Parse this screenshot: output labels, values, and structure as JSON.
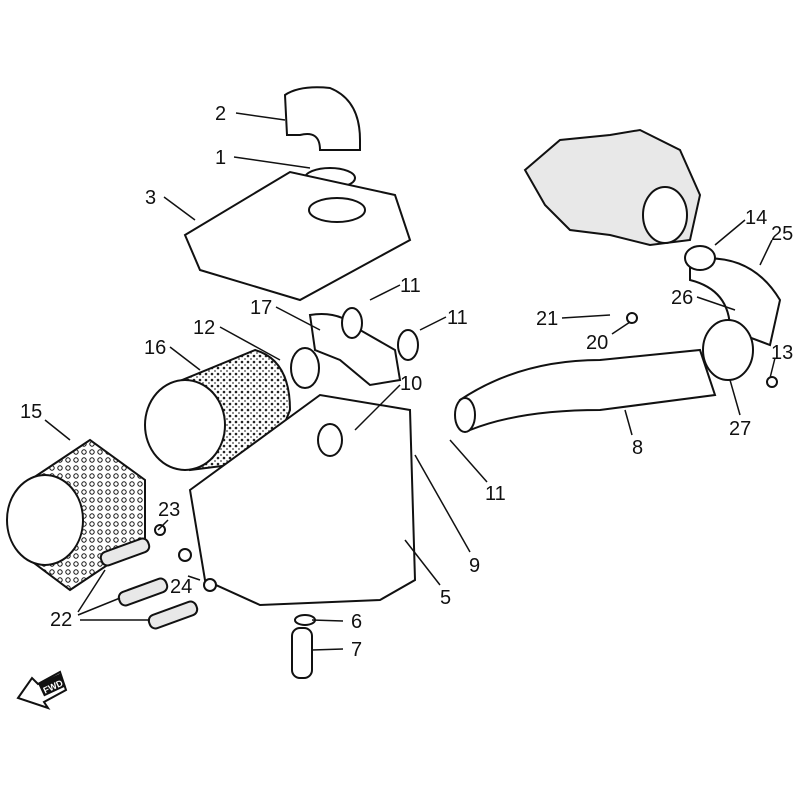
{
  "diagram": {
    "callouts": [
      "2",
      "1",
      "3",
      "11",
      "11",
      "17",
      "12",
      "16",
      "10",
      "21",
      "20",
      "14",
      "25",
      "26",
      "13",
      "27",
      "8",
      "11",
      "9",
      "15",
      "23",
      "22",
      "24",
      "5",
      "6",
      "7"
    ],
    "direction_badge": "FWD"
  }
}
